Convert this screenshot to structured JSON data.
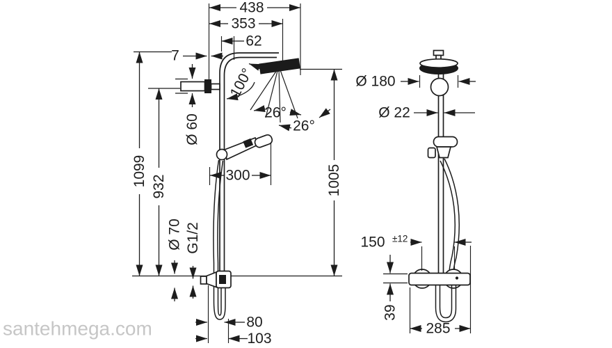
{
  "watermark": "santehmega.com",
  "colors": {
    "line": "#1d1d1d",
    "dark_fill": "#1b1b1b",
    "watermark": "#c6c6c6",
    "background": "#ffffff"
  },
  "drawing": {
    "type": "shower-system-dimension-drawing",
    "side_view": {
      "total_width": "438",
      "arm_projection": "353",
      "pipe_offset": "62",
      "plate_thickness": "7",
      "bracket_diameter": "Ø 60",
      "total_height": "1099",
      "bar_height": "932",
      "hand_shower_reach": "300",
      "head_angle": "100°",
      "spray_angle_inner": "26°",
      "spray_angle_outer": "26°",
      "head_height": "1005",
      "escutcheon_diameter": "Ø 70",
      "thread": "G1/2",
      "hose_offset_inner": "80",
      "hose_offset_outer": "103"
    },
    "front_view": {
      "head_diameter": "Ø 180",
      "pipe_diameter": "Ø 22",
      "connection_distance": "150",
      "connection_tolerance": "±12",
      "outlet_offset": "39",
      "valve_width": "285"
    }
  }
}
